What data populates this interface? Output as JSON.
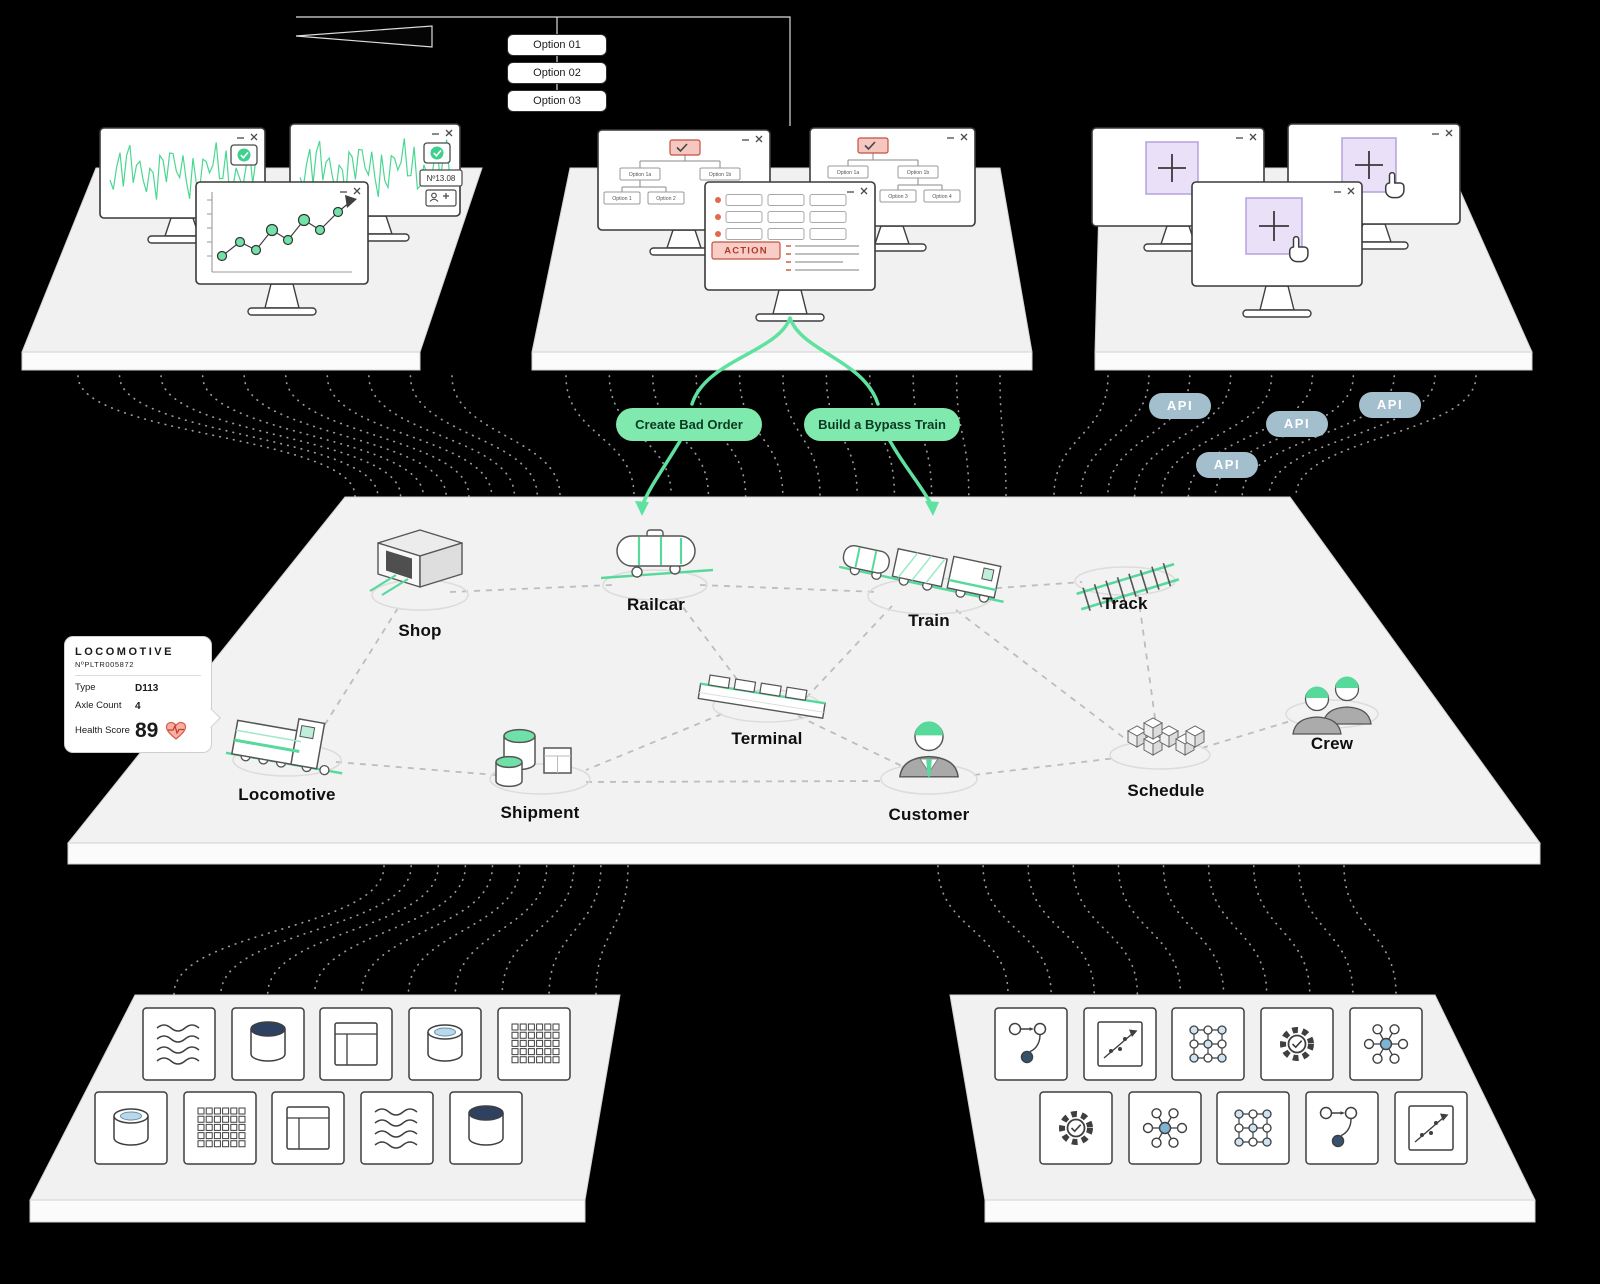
{
  "callout": {
    "options": [
      "Option 01",
      "Option 02",
      "Option 03"
    ]
  },
  "screens": {
    "left": {
      "reading": "Nº13.08"
    },
    "center": {
      "action_label": "ACTION",
      "tree_labels": [
        "Option 1a",
        "Option 1b",
        "Option 1",
        "Option 2",
        "Option 3",
        "Option 4"
      ]
    }
  },
  "action_pills": {
    "left": "Create Bad Order",
    "right": "Build a Bypass Train"
  },
  "api_label": "API",
  "ontology": {
    "entities": [
      {
        "label": "Shop"
      },
      {
        "label": "Railcar"
      },
      {
        "label": "Train"
      },
      {
        "label": "Track"
      },
      {
        "label": "Locomotive"
      },
      {
        "label": "Shipment"
      },
      {
        "label": "Terminal"
      },
      {
        "label": "Customer"
      },
      {
        "label": "Schedule"
      },
      {
        "label": "Crew"
      }
    ]
  },
  "locomotive_card": {
    "title": "LOCOMOTIVE",
    "serial": "NºPLTR005872",
    "rows": [
      {
        "label": "Type",
        "value": "D113"
      },
      {
        "label": "Axle Count",
        "value": "4"
      },
      {
        "label": "Health Score",
        "value": "89"
      }
    ]
  },
  "colors": {
    "mint_accent": "#57d99b",
    "mint_pill": "#7fe9ae",
    "api_blue": "#a3becc",
    "lavender": "#eae1f8",
    "action_red": "#c2523e",
    "db_navy": "#2e4161"
  }
}
